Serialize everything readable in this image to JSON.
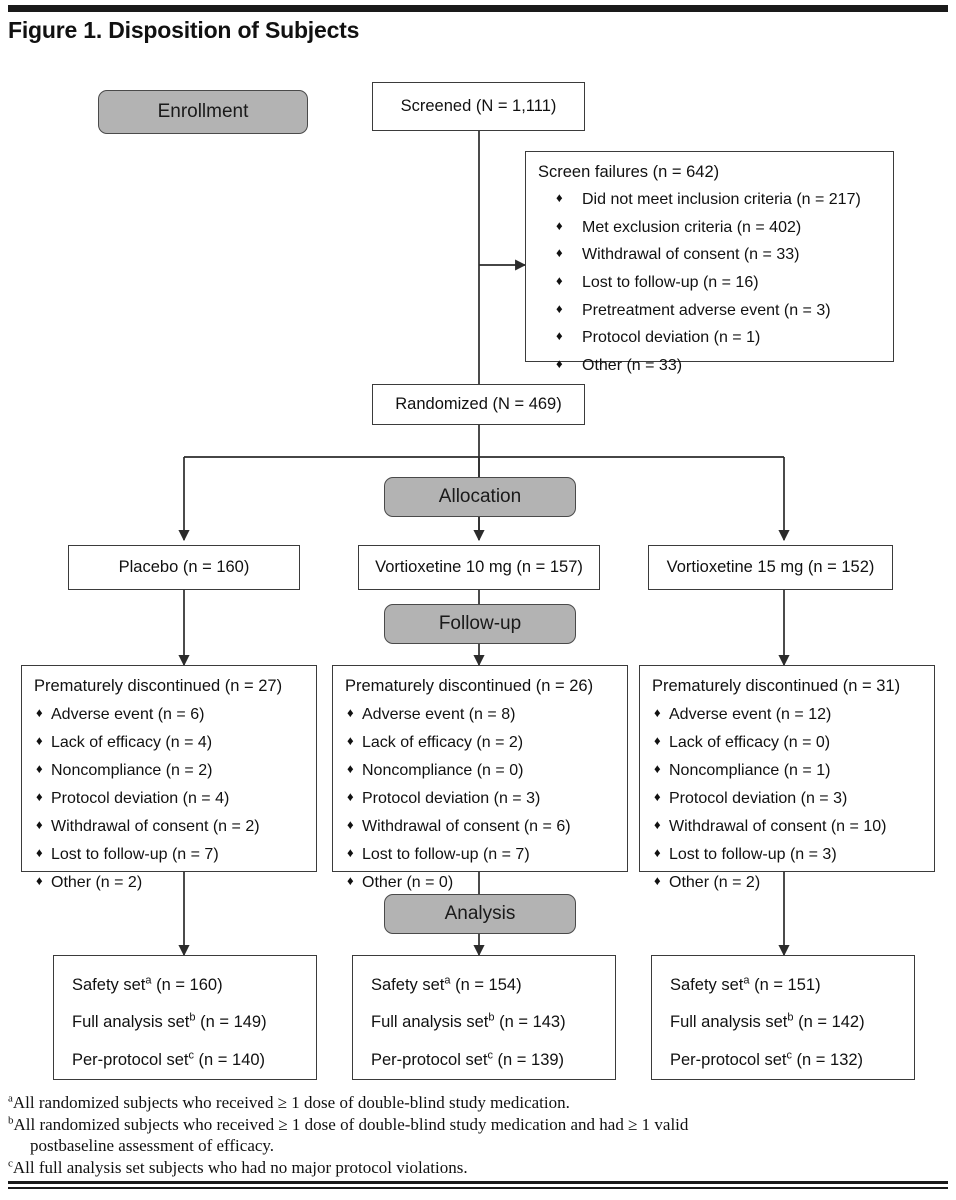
{
  "figure": {
    "title": "Figure 1. Disposition of Subjects"
  },
  "stages": {
    "enrollment": "Enrollment",
    "allocation": "Allocation",
    "followup": "Follow-up",
    "analysis": "Analysis"
  },
  "nodes": {
    "screened": "Screened (N = 1,111)",
    "randomized": "Randomized (N = 469)"
  },
  "screen_failures": {
    "header": "Screen failures (n = 642)",
    "bullet": "♦",
    "items": [
      "Did not meet inclusion criteria (n = 217)",
      "Met exclusion criteria (n = 402)",
      "Withdrawal of consent (n = 33)",
      "Lost to follow-up (n = 16)",
      "Pretreatment adverse event (n = 3)",
      "Protocol deviation (n = 1)",
      "Other (n = 33)"
    ]
  },
  "arms": [
    {
      "label": "Placebo (n = 160)"
    },
    {
      "label": "Vortioxetine 10 mg (n = 157)"
    },
    {
      "label": "Vortioxetine 15 mg (n = 152)"
    }
  ],
  "discontinued": [
    {
      "header": "Prematurely discontinued (n = 27)",
      "items": [
        "Adverse event (n = 6)",
        "Lack of efficacy (n = 4)",
        "Noncompliance (n = 2)",
        "Protocol deviation (n = 4)",
        "Withdrawal of consent (n = 2)",
        "Lost to follow-up (n = 7)",
        "Other (n = 2)"
      ]
    },
    {
      "header": "Prematurely discontinued (n = 26)",
      "items": [
        "Adverse event (n = 8)",
        "Lack of efficacy (n = 2)",
        "Noncompliance (n = 0)",
        "Protocol deviation (n = 3)",
        "Withdrawal of consent (n = 6)",
        "Lost to follow-up (n = 7)",
        "Other (n = 0)"
      ]
    },
    {
      "header": "Prematurely discontinued (n = 31)",
      "items": [
        "Adverse event (n = 12)",
        "Lack of efficacy (n = 0)",
        "Noncompliance (n = 1)",
        "Protocol deviation (n = 3)",
        "Withdrawal of consent (n = 10)",
        "Lost to follow-up (n = 3)",
        "Other (n = 2)"
      ]
    }
  ],
  "analysis_sets": [
    {
      "safety_label": "Safety set",
      "safety_sup": "a",
      "safety_value": " (n = 160)",
      "full_label": "Full analysis set",
      "full_sup": "b",
      "full_value": " (n = 149)",
      "pp_label": "Per-protocol set",
      "pp_sup": "c",
      "pp_value": " (n = 140)"
    },
    {
      "safety_label": "Safety set",
      "safety_sup": "a",
      "safety_value": " (n = 154)",
      "full_label": "Full analysis set",
      "full_sup": "b",
      "full_value": " (n = 143)",
      "pp_label": "Per-protocol set",
      "pp_sup": "c",
      "pp_value": " (n = 139)"
    },
    {
      "safety_label": "Safety set",
      "safety_sup": "a",
      "safety_value": " (n = 151)",
      "full_label": "Full analysis set",
      "full_sup": "b",
      "full_value": " (n = 142)",
      "pp_label": "Per-protocol set",
      "pp_sup": "c",
      "pp_value": " (n = 132)"
    }
  ],
  "footnotes": [
    {
      "marker": "a",
      "line1": "All randomized subjects who received ≥ 1 dose of double-blind study medication.",
      "line2": ""
    },
    {
      "marker": "b",
      "line1": "All randomized subjects who received ≥ 1 dose of double-blind study medication and had ≥ 1 valid",
      "line2": "postbaseline assessment of efficacy."
    },
    {
      "marker": "c",
      "line1": "All full analysis set subjects who had no major protocol violations.",
      "line2": ""
    }
  ],
  "colors": {
    "rule": "#1a1a1a",
    "box_border": "#3b3b3b",
    "stage_fill": "#b3b3b3",
    "stage_border": "#4a4a4a",
    "text": "#111111"
  }
}
